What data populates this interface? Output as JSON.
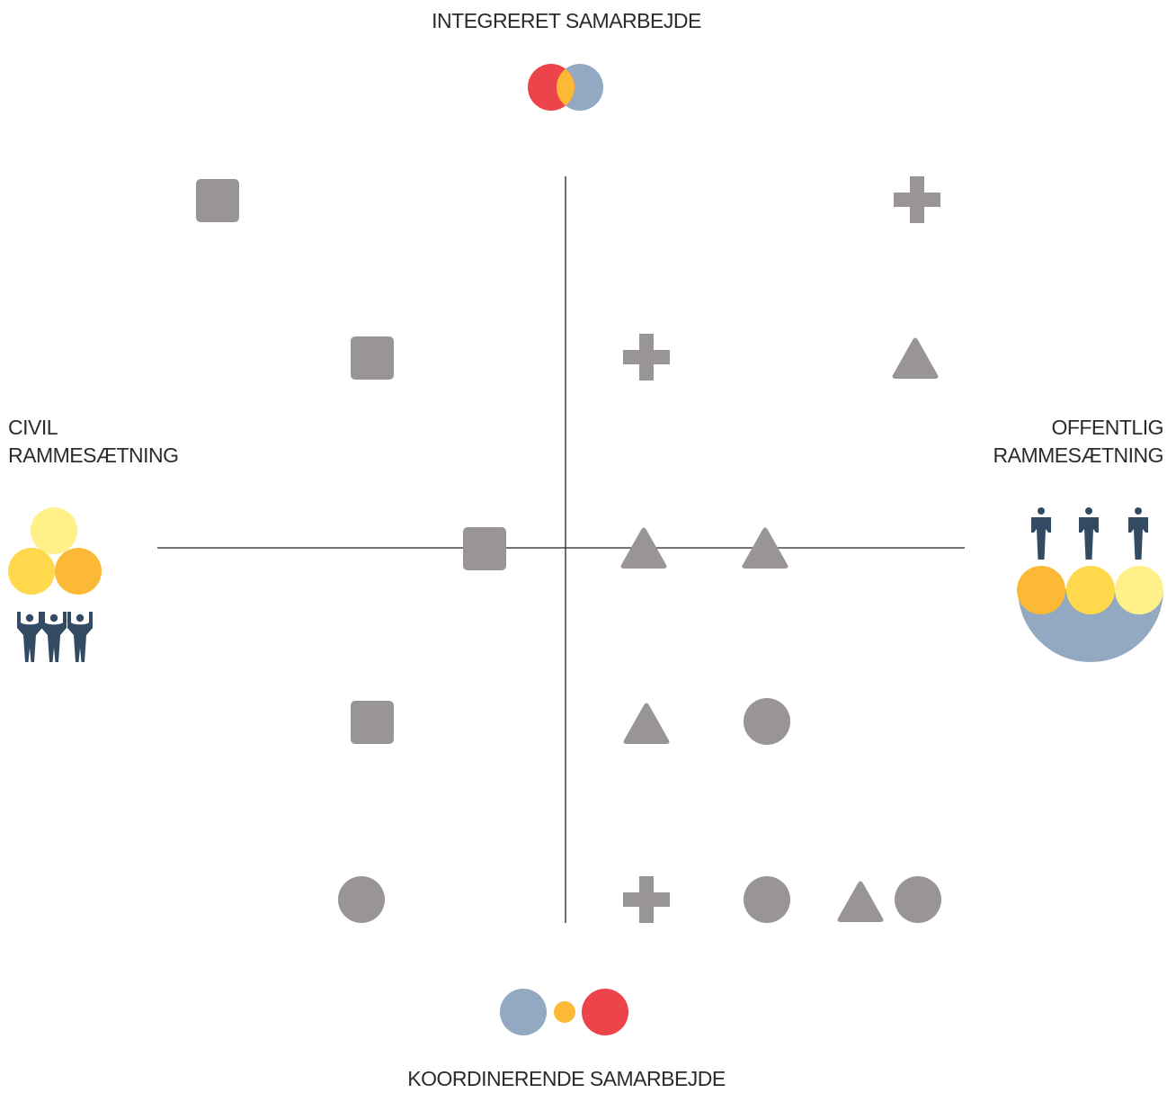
{
  "axes": {
    "top": "INTEGRERET SAMARBEJDE",
    "bottom": "KOORDINERENDE SAMARBEJDE",
    "left_line1": "CIVIL",
    "left_line2": "RAMMESÆTNING",
    "right_line1": "OFFENTLIG",
    "right_line2": "RAMMESÆTNING"
  },
  "colors": {
    "marker": "#999595",
    "axis": "#222222",
    "red": "#ec444a",
    "blue": "#92a9c1",
    "orange": "#fbb936",
    "yellow": "#ffd84c",
    "light_yellow": "#fff089",
    "navy": "#324b63"
  },
  "markers": [
    {
      "shape": "square",
      "quadrant": "top-left"
    },
    {
      "shape": "square",
      "quadrant": "top-left"
    },
    {
      "shape": "square",
      "quadrant": "center-left"
    },
    {
      "shape": "square",
      "quadrant": "bottom-left"
    },
    {
      "shape": "circle",
      "quadrant": "bottom-left"
    },
    {
      "shape": "plus",
      "quadrant": "top-right"
    },
    {
      "shape": "plus",
      "quadrant": "top-right"
    },
    {
      "shape": "triangle",
      "quadrant": "top-right"
    },
    {
      "shape": "triangle",
      "quadrant": "center-right"
    },
    {
      "shape": "triangle",
      "quadrant": "center-right"
    },
    {
      "shape": "triangle",
      "quadrant": "bottom-right"
    },
    {
      "shape": "circle",
      "quadrant": "bottom-right"
    },
    {
      "shape": "plus",
      "quadrant": "bottom-right"
    },
    {
      "shape": "circle",
      "quadrant": "bottom-right"
    },
    {
      "shape": "triangle",
      "quadrant": "bottom-right"
    },
    {
      "shape": "circle",
      "quadrant": "bottom-right"
    }
  ]
}
